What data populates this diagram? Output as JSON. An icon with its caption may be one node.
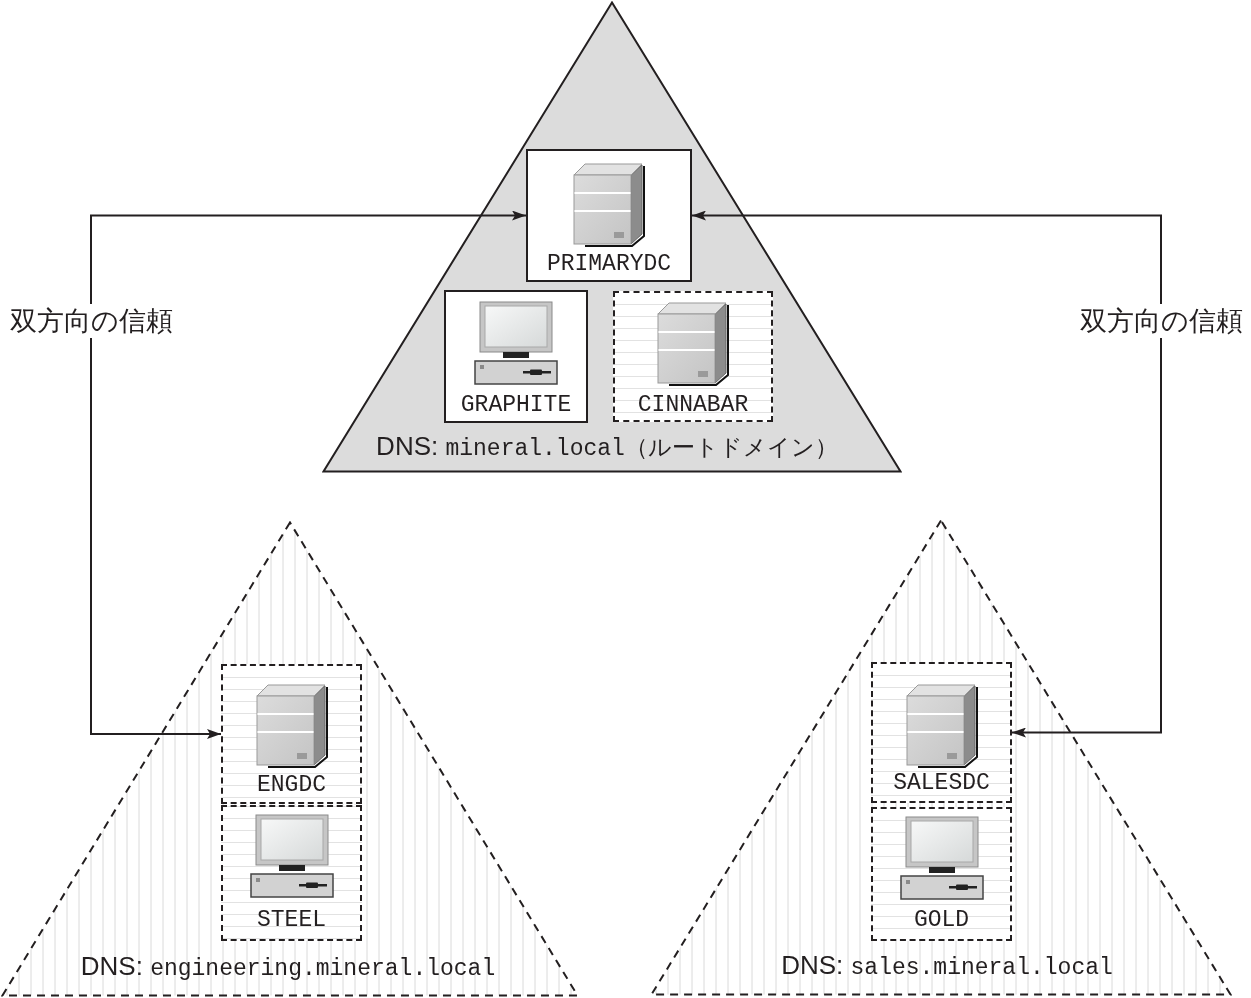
{
  "diagram": {
    "nodes": [
      {
        "text": [
          "DNS: mineral.local（ルートドメイン）"
        ]
      },
      {
        "text": [
          "PRIMARYDC"
        ],
        "in": 0
      },
      {
        "text": [
          "GRAPHITE"
        ],
        "in": 0
      },
      {
        "text": [
          "CINNABAR"
        ],
        "in": 0
      },
      {
        "text": [
          "DNS: engineering.mineral.local"
        ]
      },
      {
        "text": [
          "ENGDC"
        ],
        "in": 4
      },
      {
        "text": [
          "STEEL"
        ],
        "in": 4
      },
      {
        "text": [
          "DNS: sales.mineral.local"
        ]
      },
      {
        "text": [
          "SALESDC"
        ],
        "in": 7
      },
      {
        "text": [
          "GOLD"
        ],
        "in": 7
      }
    ],
    "edges": [
      {
        "from": 1,
        "to": 5,
        "arrow": "both",
        "label": "双方向の信頼"
      },
      {
        "from": 1,
        "to": 8,
        "arrow": "both",
        "label": "双方向の信頼"
      }
    ]
  }
}
